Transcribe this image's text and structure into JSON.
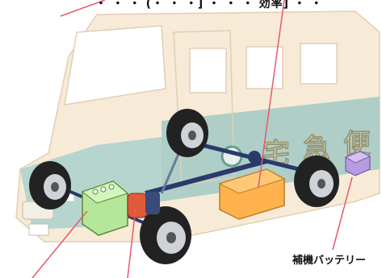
{
  "labels": {
    "top_partial": "・ ・ ・ (・ ・ ・] ・ ・ ・ 効率] ・ ・",
    "aux_battery": "補機バッテリー"
  },
  "van_side_text": [
    "宅",
    "急",
    "便"
  ],
  "van_small_text": [
    "・",
    "・",
    "・"
  ],
  "colors": {
    "body_beige": "#f2dcb8",
    "body_teal": "#6fa79c",
    "motor_green": "#b5e69a",
    "motor_red": "#e05a3a",
    "battery_orange": "#ffb24d",
    "aux_battery_purple": "#b79be0",
    "leader_line": "#e8586e",
    "driveshaft": "#2a3a6a"
  }
}
